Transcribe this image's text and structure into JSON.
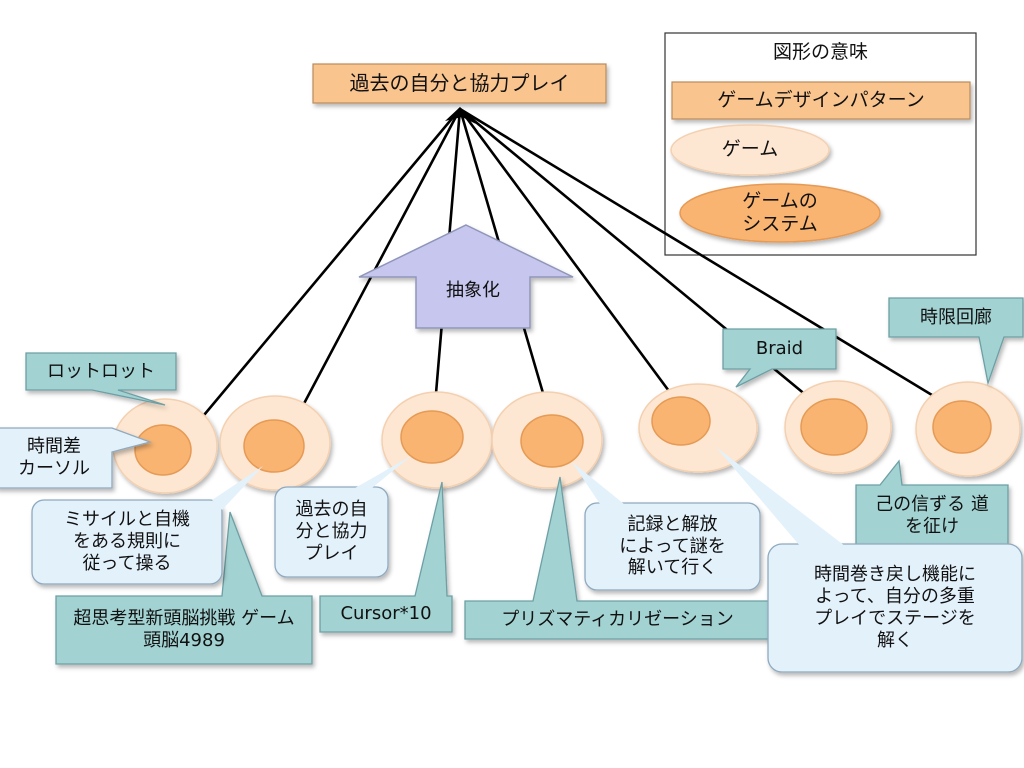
{
  "pattern": {
    "title": "過去の自分と協力プレイ"
  },
  "abstraction_label": "抽象化",
  "legend": {
    "title": "図形の意味",
    "pattern_label": "ゲームデザインパターン",
    "game_label": "ゲーム",
    "system_label_line1": "ゲームの",
    "system_label_line2": "システム"
  },
  "games": [
    {
      "name": "ロットロット",
      "system": [
        "時間差",
        "カーソル"
      ]
    },
    {
      "name": "超思考型新頭脳挑戦 ゲーム　頭脳4989",
      "system": [
        "ミサイルと自機",
        "をある規則に",
        "従って操る"
      ]
    },
    {
      "name": "Cursor*10",
      "system": [
        "過去の自",
        "分と協力",
        "プレイ"
      ]
    },
    {
      "name": "プリズマティカリゼーション",
      "system": [
        "記録と解放",
        "によって謎を",
        "解いて行く"
      ]
    },
    {
      "name": "Braid",
      "system": [
        "時間巻き戻し機能に",
        "よって、自分の多重",
        "プレイでステージを",
        "解く"
      ]
    },
    {
      "name": "己の信ずる 道を征け",
      "system": []
    },
    {
      "name": "時限回廊",
      "system": []
    }
  ],
  "colors": {
    "pattern_fill": "#f9c48e",
    "game_fill": "#fde7d2",
    "system_fill": "#f9b471",
    "system_stroke": "#e59a55",
    "callout_green": "#a3d2d2",
    "callout_blue": "#e3f1fb",
    "arrow_fill": "#c7c6ee",
    "line": "#000000"
  }
}
